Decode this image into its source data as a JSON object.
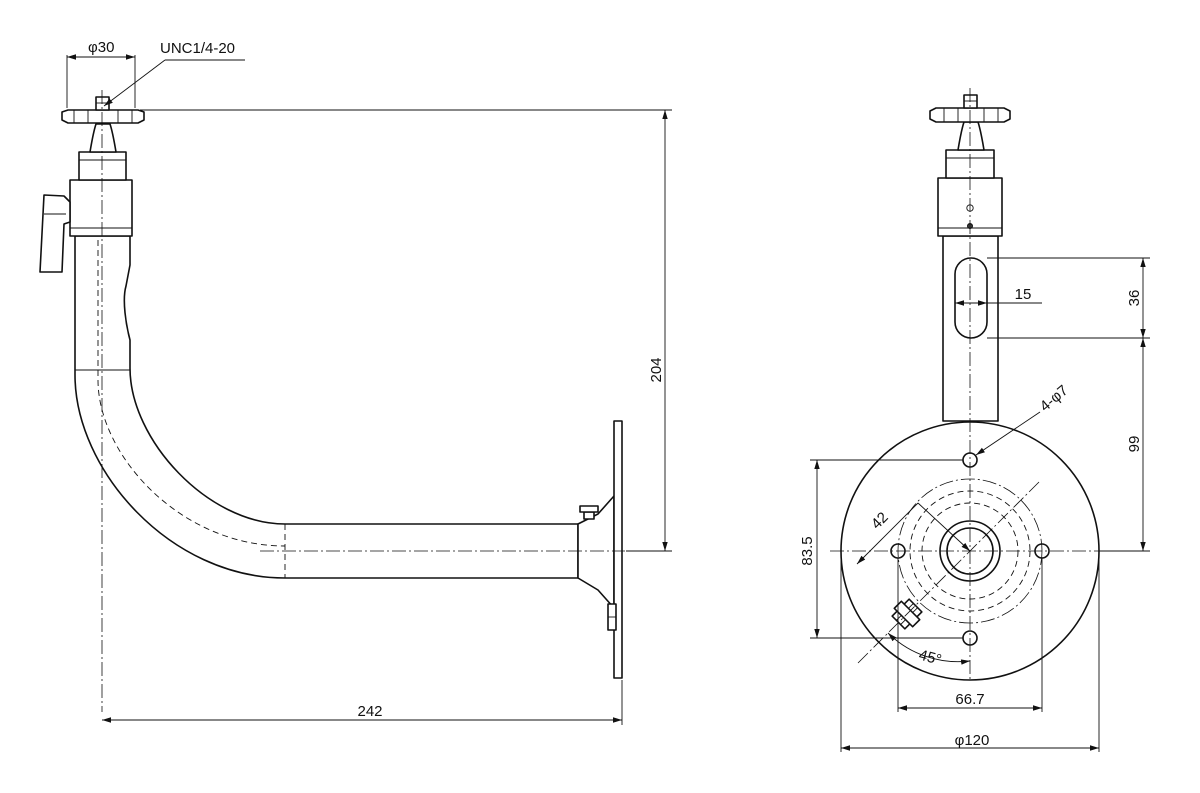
{
  "dimensions": {
    "dia30": "φ30",
    "thread": "UNC1/4-20",
    "height204": "204",
    "length242": "242",
    "slot15": "15",
    "slot36": "36",
    "holes": "4-φ7",
    "dist99": "99",
    "pcd42": "42",
    "dist83_5": "83.5",
    "angle45": "45°",
    "dist66_7": "66.7",
    "dia120": "φ120"
  }
}
